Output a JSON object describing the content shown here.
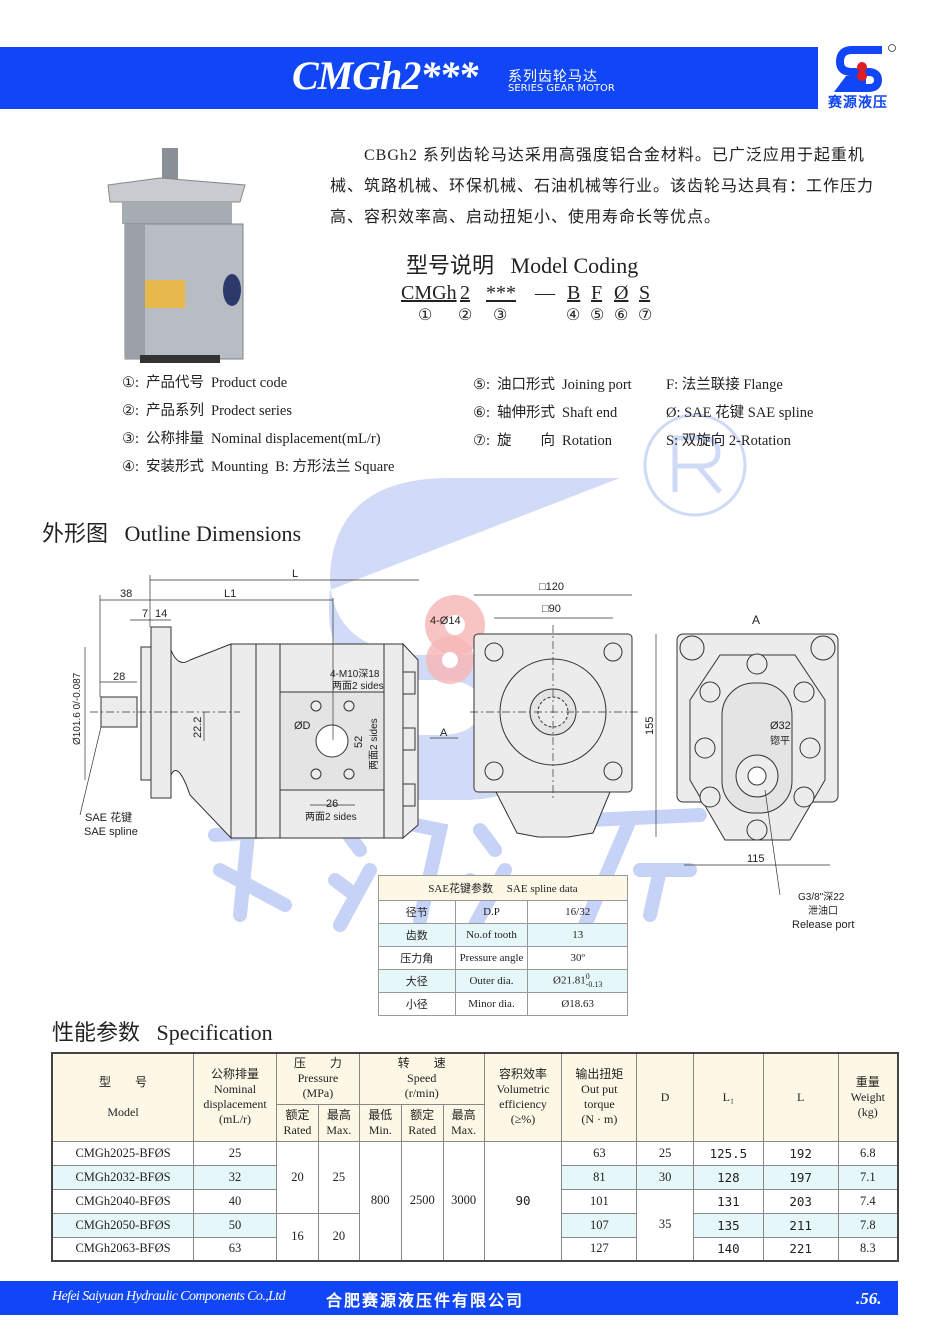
{
  "header": {
    "title": "CMGh2***",
    "subtitle_cn": "系列齿轮马达",
    "subtitle_en": "SERIES GEAR MOTOR",
    "logo_text": "赛源液压",
    "bg_color": "#1046f5"
  },
  "intro": "CBGh2 系列齿轮马达采用高强度铝合金材料。已广泛应用于起重机械、筑路机械、环保机械、石油机械等行业。该齿轮马达具有：工作压力高、容积效率高、启动扭矩小、使用寿命长等优点。",
  "model_coding": {
    "title_cn": "型号说明",
    "title_en": "Model Coding",
    "parts": [
      "CMGh",
      "2",
      "***",
      "—",
      "B",
      "F",
      "Ø",
      "S"
    ],
    "numbers": [
      "①",
      "②",
      "③",
      "④",
      "⑤",
      "⑥",
      "⑦"
    ]
  },
  "legend": [
    {
      "num": "①:",
      "cn": "产品代号",
      "en": "Product code",
      "opt": ""
    },
    {
      "num": "②:",
      "cn": "产品系列",
      "en": "Prodect series",
      "opt": ""
    },
    {
      "num": "③:",
      "cn": "公称排量",
      "en": "Nominal displacement(mL/r)",
      "opt": ""
    },
    {
      "num": "④:",
      "cn": "安装形式",
      "en": "Mounting",
      "opt": "B: 方形法兰  Square"
    },
    {
      "num": "⑤:",
      "cn": "油口形式",
      "en": "Joining port",
      "opt": "F: 法兰联接  Flange"
    },
    {
      "num": "⑥:",
      "cn": "轴伸形式",
      "en": "Shaft end",
      "opt": "Ø: SAE 花键  SAE  spline"
    },
    {
      "num": "⑦:",
      "cn": "旋　　向",
      "en": "Rotation",
      "opt": "S: 双旋向  2-Rotation"
    }
  ],
  "outline": {
    "title_cn": "外形图",
    "title_en": "Outline Dimensions"
  },
  "drawing": {
    "L": "L",
    "L1": "L1",
    "d38": "38",
    "d7": "7",
    "d14": "14",
    "d28": "28",
    "dia": "Ø101.6 0/-0.087",
    "d222": "22.2",
    "m10": "4-M10深18",
    "sides1": "两面2 sides",
    "od": "ØD",
    "d52": "52",
    "sides2": "两面2 sides",
    "d26": "26",
    "sides3": "两面2 sides",
    "sae_cn": "SAE  花键",
    "sae_en": "SAE spline",
    "sq120": "□120",
    "sq90": "□90",
    "holes": "4-Ø14",
    "d155": "155",
    "arrow_a": "A",
    "view_a": "A",
    "d32": "Ø32",
    "spotface": "锪平",
    "d115": "115",
    "port": "G3/8\"深22",
    "port_cn": "泄油口",
    "port_en": "Release port"
  },
  "spline_table": {
    "header": "SAE花键参数　 SAE spline data",
    "rows": [
      {
        "cn": "径节",
        "en": "D.P",
        "val": "16/32"
      },
      {
        "cn": "齿数",
        "en": "No.of tooth",
        "val": "13"
      },
      {
        "cn": "压力角",
        "en": "Pressure angle",
        "val": "30º"
      },
      {
        "cn": "大径",
        "en": "Outer dia.",
        "val": "Ø21.81",
        "tol_up": "0",
        "tol_lo": "-0.13"
      },
      {
        "cn": "小径",
        "en": "Minor dia.",
        "val": "Ø18.63"
      }
    ]
  },
  "spec": {
    "title_cn": "性能参数",
    "title_en": "Specification",
    "headers": {
      "model_cn": "型　　号",
      "model_en": "Model",
      "disp": [
        "公称排量",
        "Nominal",
        "displacement",
        "(mL/r)"
      ],
      "pressure": [
        "压　　力",
        "Pressure",
        "(MPa)"
      ],
      "p_rated": [
        "额定",
        "Rated"
      ],
      "p_max": [
        "最高",
        "Max."
      ],
      "speed": [
        "转　　速",
        "Speed",
        "(r/min)"
      ],
      "s_min": [
        "最低",
        "Min."
      ],
      "s_rated": [
        "额定",
        "Rated"
      ],
      "s_max": [
        "最高",
        "Max."
      ],
      "eff": [
        "容积效率",
        "Volumetric",
        "efficiency",
        "(≥%)"
      ],
      "torque": [
        "输出扭矩",
        "Out put",
        "torque",
        "(N · m)"
      ],
      "D": "D",
      "L1": "L₁",
      "L": "L",
      "weight": [
        "重量",
        "Weight",
        "(kg)"
      ]
    },
    "rows": [
      {
        "model": "CMGh2025-BFØS",
        "disp": "25",
        "torque": "63",
        "L1": "125.5",
        "L": "192",
        "weight": "6.8"
      },
      {
        "model": "CMGh2032-BFØS",
        "disp": "32",
        "torque": "81",
        "L1": "128",
        "L": "197",
        "weight": "7.1"
      },
      {
        "model": "CMGh2040-BFØS",
        "disp": "40",
        "torque": "101",
        "L1": "131",
        "L": "203",
        "weight": "7.4"
      },
      {
        "model": "CMGh2050-BFØS",
        "disp": "50",
        "torque": "107",
        "L1": "135",
        "L": "211",
        "weight": "7.8"
      },
      {
        "model": "CMGh2063-BFØS",
        "disp": "63",
        "torque": "127",
        "L1": "140",
        "L": "221",
        "weight": "8.3"
      }
    ],
    "merged": {
      "p_rated_a": "20",
      "p_max_a": "25",
      "p_rated_b": "16",
      "p_max_b": "20",
      "s_min": "800",
      "s_rated": "2500",
      "s_max": "3000",
      "eff": "90",
      "D_a": "25",
      "D_b": "30",
      "D_c": "35"
    }
  },
  "watermark": "赛源液压",
  "footer": {
    "company_en": "Hefei Saiyuan Hydraulic Components Co.,Ltd",
    "company_cn": "合肥赛源液压件有限公司",
    "page": ".56."
  }
}
